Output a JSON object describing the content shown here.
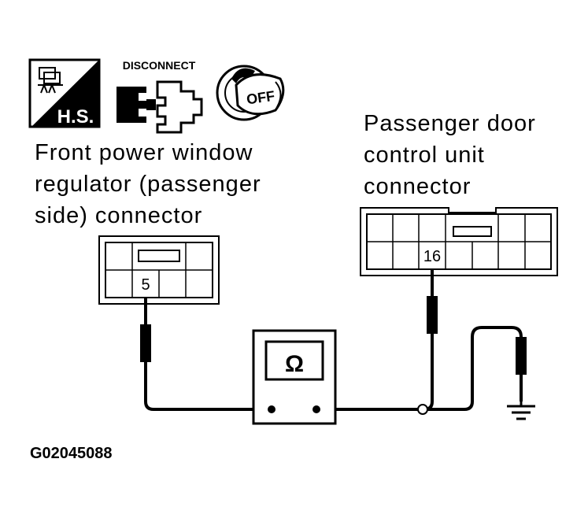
{
  "icons": {
    "hs_label": "H.S.",
    "disconnect_label": "DISCONNECT",
    "key_label": "OFF"
  },
  "labels": {
    "left_connector": [
      "Front power window",
      "regulator (passenger",
      "side) connector"
    ],
    "right_connector": [
      "Passenger door",
      "control unit",
      "connector"
    ]
  },
  "pins": {
    "left": "5",
    "right": "16"
  },
  "meter_symbol": "Ω",
  "figure_id": "G02045088"
}
